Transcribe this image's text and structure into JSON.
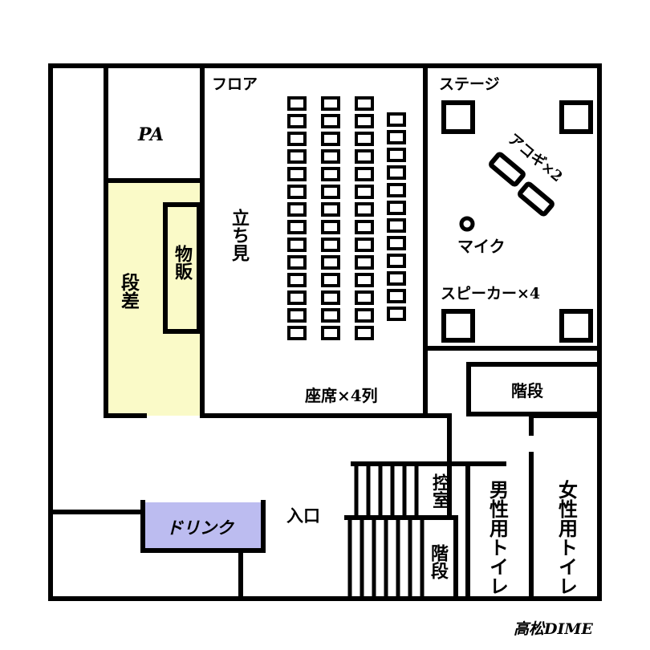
{
  "venue_name": "高松DIME",
  "labels": {
    "pa": "PA",
    "floor": "フロア",
    "standing": "立ち見",
    "seats": "座席×4列",
    "stage": "ステージ",
    "acoustic": "アコギ×2",
    "mic": "マイク",
    "speakers": "スピーカー×4",
    "stairs_upper": "階段",
    "step": "段差",
    "merch": "物販",
    "drink": "ドリンク",
    "entrance": "入口",
    "green_room": "控室",
    "stairs_lower": "階段",
    "mens_toilet": "男性用トイレ",
    "womens_toilet": "女性用トイレ"
  },
  "colors": {
    "step_area": "#fafac8",
    "drink_counter": "#bcbcf0",
    "wall": "#000000"
  },
  "seat_columns": [
    14,
    14,
    14,
    12
  ]
}
